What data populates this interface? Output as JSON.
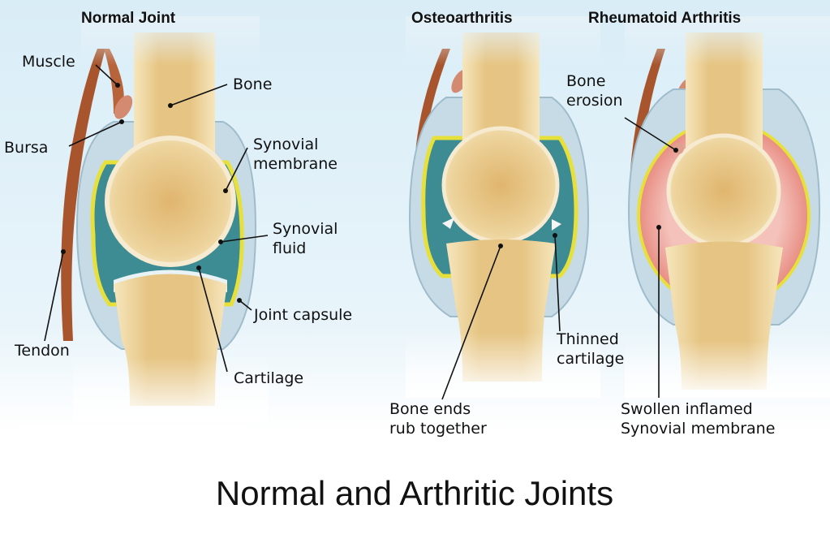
{
  "title": "Normal and Arthritic Joints",
  "panels": {
    "normal": {
      "heading": "Normal Joint",
      "labels": {
        "muscle": "Muscle",
        "bone": "Bone",
        "bursa": "Bursa",
        "synovial_membrane": [
          "Synovial",
          "membrane"
        ],
        "synovial_fluid": [
          "Synovial",
          "fluid"
        ],
        "joint_capsule": "Joint capsule",
        "tendon": "Tendon",
        "cartilage": "Cartilage"
      }
    },
    "osteoarthritis": {
      "heading": "Osteoarthritis",
      "labels": {
        "bone_ends": [
          "Bone ends",
          "rub together"
        ],
        "thinned_cartilage": [
          "Thinned",
          "cartilage"
        ]
      }
    },
    "rheumatoid": {
      "heading": "Rheumatoid Arthritis",
      "labels": {
        "bone_erosion": [
          "Bone",
          "erosion"
        ],
        "swollen_membrane": [
          "Swollen inflamed",
          "Synovial membrane"
        ]
      }
    }
  },
  "colors": {
    "bone": "#f0dca8",
    "bone_inner": "#d9a860",
    "fluid": "#3d8c94",
    "membrane": "#e8e03a",
    "capsule": "#c7dbe6",
    "muscle": "#a8552d",
    "inflamed": "#e88e84"
  }
}
